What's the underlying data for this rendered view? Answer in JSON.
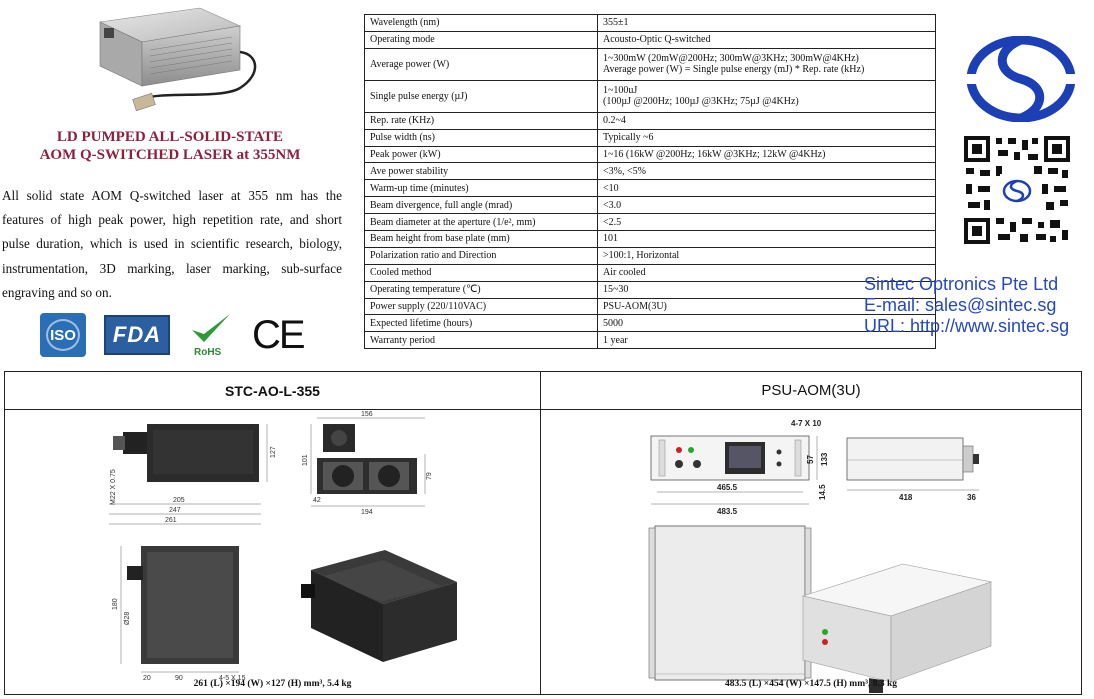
{
  "product": {
    "title_line1": "LD PUMPED ALL-SOLID-STATE",
    "title_line2": "AOM Q-SWITCHED LASER at 355NM",
    "description": "All solid state AOM Q-switched laser at 355 nm has the features of high peak power, high repetition rate, and short pulse duration, which is used in scientific research, biology, instrumentation, 3D marking, laser marking, sub-surface engraving and so on."
  },
  "certifications": {
    "iso": "ISO",
    "fda": "FDA",
    "rohs": "RoHS",
    "ce": "CE"
  },
  "specs": [
    {
      "label": "Wavelength (nm)",
      "value": [
        "355±1"
      ]
    },
    {
      "label": "Operating mode",
      "value": [
        "Acousto-Optic Q-switched"
      ]
    },
    {
      "label": "Average power (W)",
      "value": [
        "1~300mW (20mW@200Hz; 300mW@3KHz; 300mW@4KHz)",
        "Average power (W) = Single pulse energy (mJ) * Rep. rate (kHz)"
      ]
    },
    {
      "label": "Single pulse energy (µJ)",
      "value": [
        "1~100uJ",
        "(100µJ @200Hz; 100µJ @3KHz; 75µJ @4KHz)"
      ]
    },
    {
      "label": "Rep. rate (KHz)",
      "value": [
        "0.2~4"
      ]
    },
    {
      "label": "Pulse width (ns)",
      "value": [
        "Typically ~6"
      ]
    },
    {
      "label": "Peak power (kW)",
      "value": [
        "1~16 (16kW @200Hz; 16kW @3KHz; 12kW @4KHz)"
      ]
    },
    {
      "label": "Ave power stability",
      "value": [
        "<3%, <5%"
      ]
    },
    {
      "label": "Warm-up time (minutes)",
      "value": [
        "<10"
      ]
    },
    {
      "label": "Beam divergence, full angle (mrad)",
      "value": [
        "<3.0"
      ]
    },
    {
      "label": "Beam diameter at the aperture (1/e², mm)",
      "value": [
        "<2.5"
      ]
    },
    {
      "label": "Beam height from base plate (mm)",
      "value": [
        "101"
      ]
    },
    {
      "label": "Polarization ratio and Direction",
      "value": [
        ">100:1, Horizontal"
      ]
    },
    {
      "label": "Cooled method",
      "value": [
        "Air cooled"
      ]
    },
    {
      "label": "Operating temperature (℃)",
      "value": [
        "15~30"
      ]
    },
    {
      "label": "Power supply (220/110VAC)",
      "value": [
        "PSU-AOM(3U)"
      ]
    },
    {
      "label": "Expected lifetime (hours)",
      "value": [
        "5000"
      ]
    },
    {
      "label": "Warranty period",
      "value": [
        "1 year"
      ]
    }
  ],
  "contact": {
    "company": "Sintec Optronics Pte Ltd",
    "email": "E-mail: sales@sintec.sg",
    "url": "URL: http://www.sintec.sg"
  },
  "drawings": {
    "left": {
      "title": "STC-AO-L-355",
      "caption": "261 (L) ×194 (W) ×127 (H) mm³, 5.4 kg",
      "dims": {
        "d156": "156",
        "d127": "127",
        "d101": "101",
        "d79": "79",
        "m22": "M22 X 0.75",
        "d205": "205",
        "d247": "247",
        "d261": "261",
        "d42": "42",
        "d194": "194",
        "d180": "180",
        "d28": "Ø28",
        "d20": "20",
        "d90": "90",
        "holes": "4-5 X 15"
      }
    },
    "right": {
      "title": "PSU-AOM(3U)",
      "caption": "483.5 (L) ×454 (W) ×147.5 (H) mm³, 8.3 kg",
      "dims": {
        "holes": "4-7 X 10",
        "d57": "57",
        "d133": "133",
        "d465": "465.5",
        "d483": "483.5",
        "d14": "14.5",
        "d418": "418",
        "d36": "36"
      }
    }
  }
}
